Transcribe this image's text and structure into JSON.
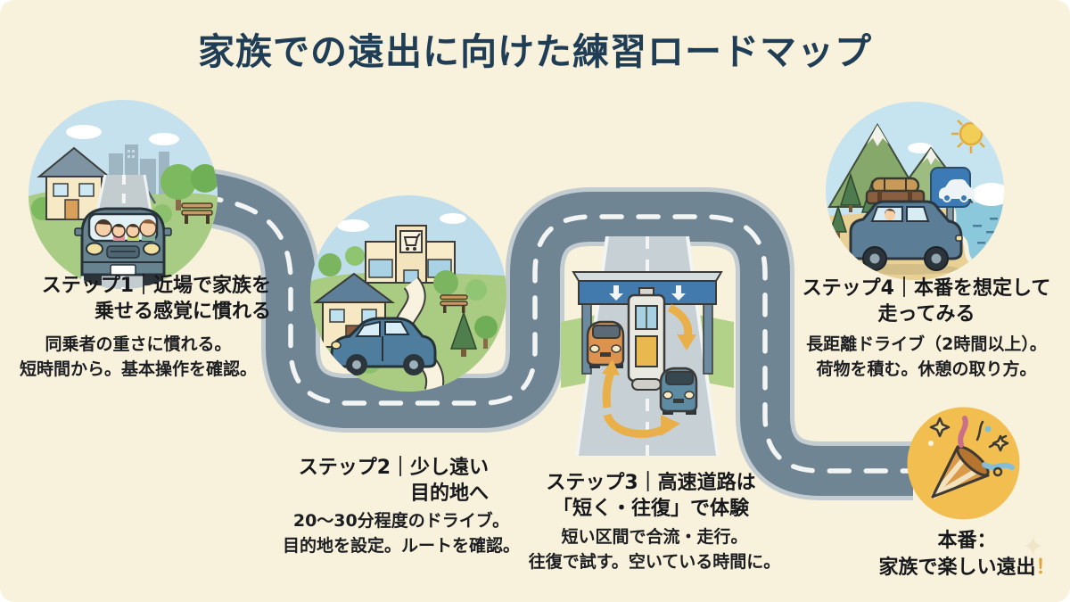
{
  "title": "家族での遠出に向けた練習ロードマップ",
  "steps": [
    {
      "heading1": "ステップ1｜近場で家族を",
      "heading2": "乗せる感覚に慣れる",
      "desc1": "同乗者の重さに慣れる。",
      "desc2": "短時間から。基本操作を確認。"
    },
    {
      "heading1": "ステップ2｜少し遠い",
      "heading2": "目的地へ",
      "desc1": "20〜30分程度のドライブ。",
      "desc2": "目的地を設定。ルートを確認。"
    },
    {
      "heading1": "ステップ3｜高速道路は",
      "heading2": "「短く・往復」で体験",
      "desc1": "短い区間で合流・走行。",
      "desc2": "往復で試す。空いている時間に。"
    },
    {
      "heading1": "ステップ4｜本番を想定して",
      "heading2": "走ってみる",
      "desc1": "長距離ドライブ（2時間以上）。",
      "desc2": "荷物を積む。休憩の取り方。"
    }
  ],
  "goal": {
    "line1": "本番：",
    "line2": "家族で楽しい遠出",
    "exclamation": "！"
  },
  "icons": {
    "sparkle": "✦"
  },
  "colors": {
    "background": "#f8f1dc",
    "title": "#1f3e56",
    "road": "#6f8593",
    "road_edge": "#c3cdd1",
    "road_dash": "#f2f5f3",
    "text": "#1b1c1f",
    "goal_accent": "#dfa23b",
    "celebration_circle": "#f2be50"
  }
}
